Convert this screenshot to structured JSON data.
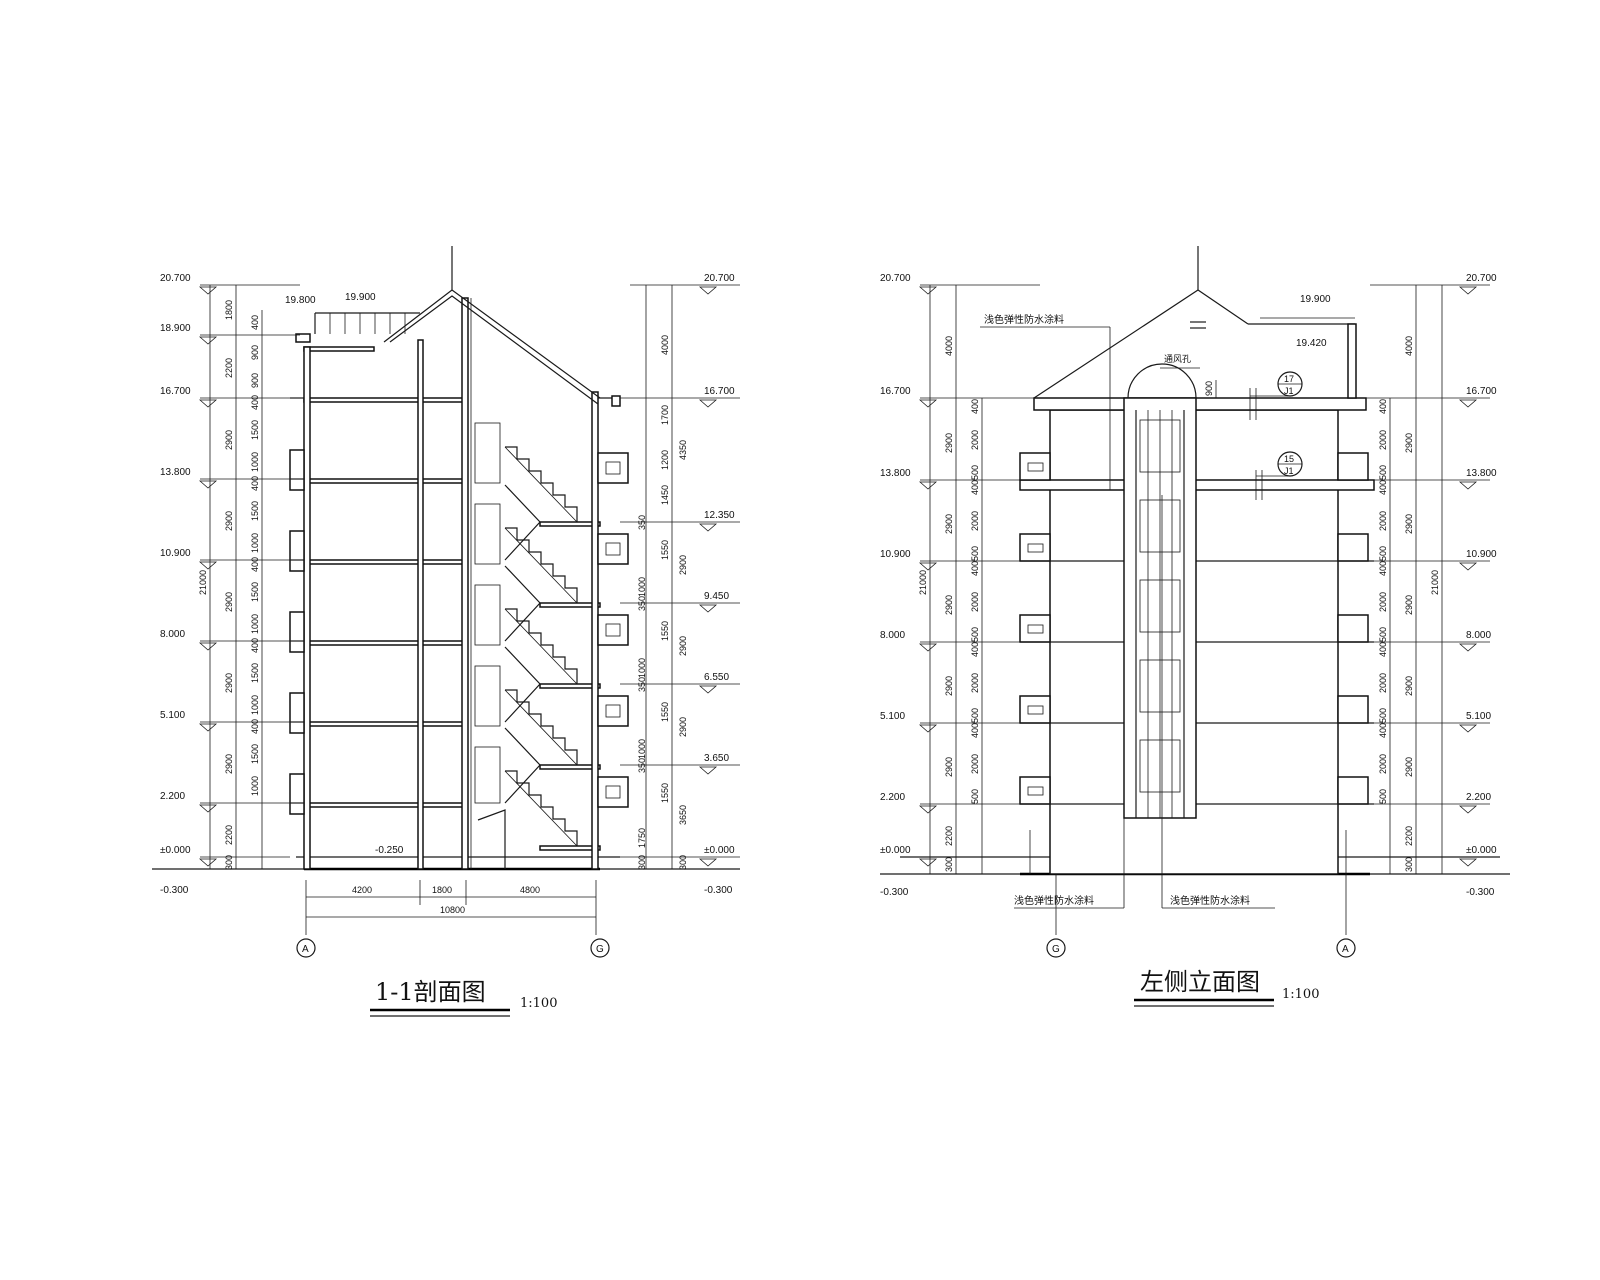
{
  "section": {
    "title": "1-1剖面图",
    "scale": "1:100",
    "levels_left": [
      "20.700",
      "18.900",
      "16.700",
      "13.800",
      "10.900",
      "8.000",
      "5.100",
      "2.200",
      "±0.000",
      "-0.300"
    ],
    "levels_right": [
      "20.700",
      "16.700",
      "12.350",
      "9.450",
      "6.550",
      "3.650",
      "±0.000",
      "-0.300"
    ],
    "roof_labels": [
      "19.800",
      "19.900"
    ],
    "inner_level": "-0.250",
    "dims_left_outer": [
      "1800",
      "2200",
      "2900",
      "2900",
      "2900",
      "2900",
      "2900",
      "2200",
      "300"
    ],
    "total_height": "21000",
    "dims_left_inner": [
      "400",
      "900",
      "900",
      "400",
      "1500",
      "1000",
      "400",
      "1500",
      "1000",
      "400",
      "1500",
      "1000",
      "400",
      "1500",
      "1000",
      "400",
      "1500",
      "1000"
    ],
    "dims_right_inner": [
      "4000",
      "1700",
      "1200",
      "1450",
      "350",
      "1550",
      "1000",
      "350",
      "1550",
      "1000",
      "350",
      "1550",
      "1000",
      "350",
      "1550",
      "1750",
      "300"
    ],
    "dims_right_outer": [
      "4350",
      "2900",
      "2900",
      "2900",
      "3650",
      "300"
    ],
    "dims_bottom": [
      "4200",
      "1800",
      "4800"
    ],
    "dims_total_width": "10800",
    "axis_left": "A",
    "axis_right": "G"
  },
  "elevation": {
    "title": "左侧立面图",
    "scale": "1:100",
    "levels_left": [
      "20.700",
      "16.700",
      "13.800",
      "10.900",
      "8.000",
      "5.100",
      "2.200",
      "±0.000",
      "-0.300"
    ],
    "levels_right": [
      "20.700",
      "16.700",
      "13.800",
      "10.900",
      "8.000",
      "5.100",
      "2.200",
      "±0.000",
      "-0.300"
    ],
    "roof_labels": [
      "19.900",
      "19.420"
    ],
    "dims_left_outer": [
      "4000",
      "2900",
      "2900",
      "2900",
      "2900",
      "2900",
      "2200",
      "300"
    ],
    "total_height": "21000",
    "dims_inner": [
      "400",
      "2000",
      "500",
      "400",
      "2000",
      "500",
      "400",
      "2000",
      "500",
      "400",
      "2000",
      "500",
      "400",
      "2000",
      "500"
    ],
    "dims_vent": "900",
    "notes": [
      "浅色弹性防水涂料",
      "通风孔",
      "浅色弹性防水涂料",
      "浅色弹性防水涂料"
    ],
    "detail_refs": [
      "17",
      "J1",
      "15",
      "J1"
    ],
    "axis_left": "G",
    "axis_right": "A"
  }
}
